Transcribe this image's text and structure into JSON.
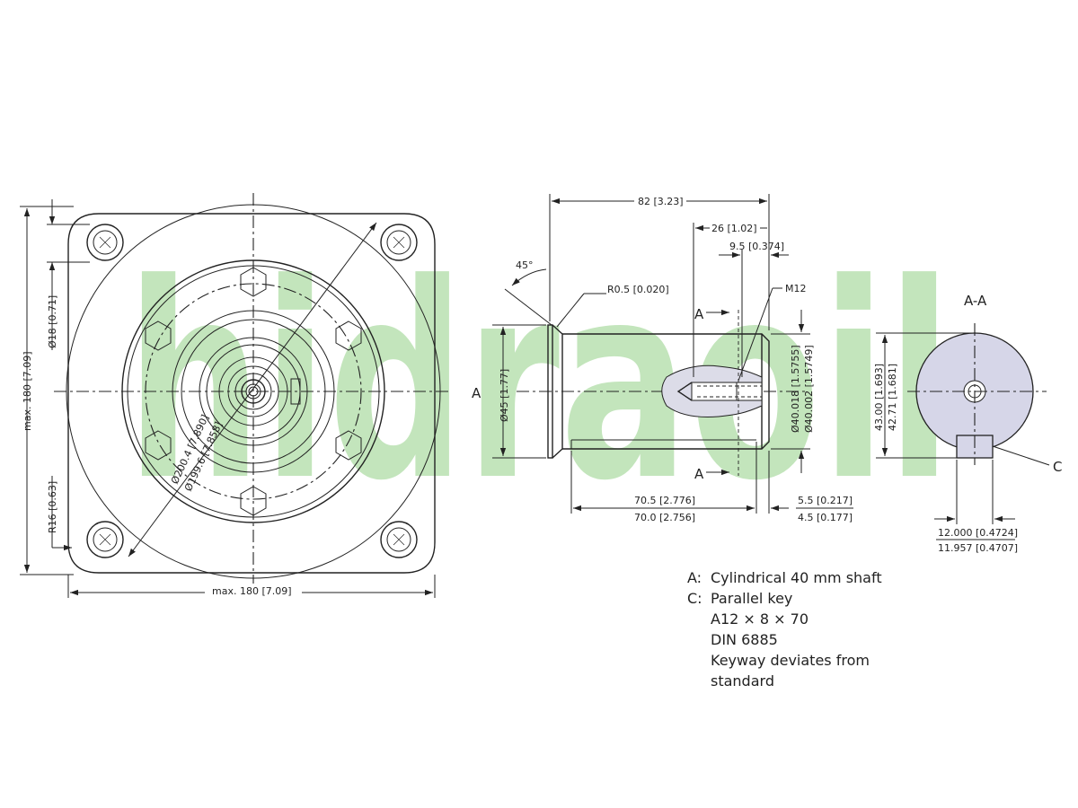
{
  "watermark": {
    "text": "hidraoil",
    "color_green": "#bde3b5",
    "color_gray": "#d2d2d2"
  },
  "front_view": {
    "height_dim": "max. 180 [7.09]",
    "width_dim": "max. 180 [7.09]",
    "hole_dim": "Ø18 [0.71]",
    "radius_dim": "R16 [0.63]",
    "pilot_dia_1": "Ø200.4 [7.890]",
    "pilot_dia_2": "Ø199.6 [7.858]"
  },
  "side_view": {
    "section_mark": "A",
    "overall_length": "82 [3.23]",
    "thread_depth": "26 [1.02]",
    "thread_offset": "9.5 [0.374]",
    "chamfer_angle": "45°",
    "fillet": "R0.5 [0.020]",
    "thread": "M12",
    "section_a_top": "A",
    "section_a_bottom": "A",
    "flange_dia": "Ø45 [1.77]",
    "shaft_dia_1": "Ø40.018 [1.5755]",
    "shaft_dia_2": "Ø40.002 [1.5749]",
    "key_length_1": "70.5 [2.776]",
    "key_length_2": "70.0 [2.756]",
    "key_offset_1": "5.5 [0.217]",
    "key_offset_2": "4.5 [0.177]"
  },
  "section_view": {
    "title": "A-A",
    "height_1": "43.00 [1.693]",
    "height_2": "42.71 [1.681]",
    "key_label": "C",
    "key_width_1": "12.000 [0.4724]",
    "key_width_2": "11.957 [0.4707]",
    "fill_color": "#d6d6e8"
  },
  "notes": {
    "a_key": "A:",
    "a_text": "Cylindrical 40 mm shaft",
    "c_key": "C:",
    "c_text": "Parallel key",
    "c_line2": "A12 × 8 × 70",
    "c_line3": "DIN 6885",
    "c_line4": "Keyway deviates from",
    "c_line5": "standard"
  }
}
